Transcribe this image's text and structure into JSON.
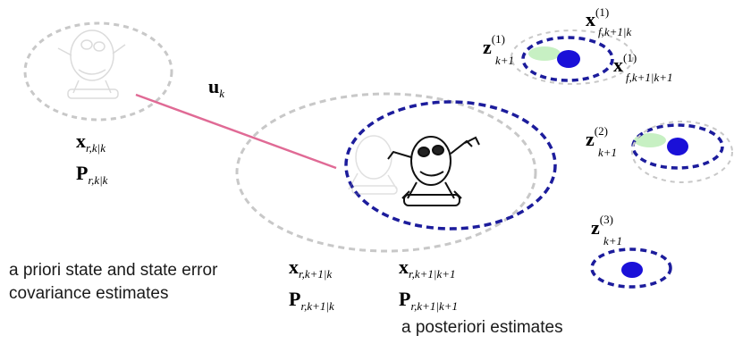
{
  "symbols": {
    "control": {
      "base": "u",
      "sub": "k"
    },
    "x_prior": {
      "base": "x",
      "sub": "r,k|k"
    },
    "P_prior": {
      "base": "P",
      "sub": "r,k|k"
    },
    "x_pred": {
      "base": "x",
      "sub": "r,k+1|k"
    },
    "P_pred": {
      "base": "P",
      "sub": "r,k+1|k"
    },
    "x_post": {
      "base": "x",
      "sub": "r,k+1|k+1"
    },
    "P_post": {
      "base": "P",
      "sub": "r,k+1|k+1"
    },
    "z1": {
      "base": "z",
      "sub": "k+1",
      "sup": "(1)"
    },
    "z2": {
      "base": "z",
      "sub": "k+1",
      "sup": "(2)"
    },
    "z3": {
      "base": "z",
      "sub": "k+1",
      "sup": "(3)"
    },
    "xf_pred": {
      "base": "x",
      "sub": "f,k+1|k",
      "sup": "(1)"
    },
    "xf_post": {
      "base": "x",
      "sub": "f,k+1|k+1",
      "sup": "(1)"
    }
  },
  "captions": {
    "prior_line1": "a priori state and state error",
    "prior_line2": "covariance estimates",
    "posterior": "a posteriori estimates"
  },
  "colors": {
    "control_line": "#e06a95",
    "uncertainty_gray": "#c8c8c8",
    "uncertainty_blue": "#1c1c9c",
    "landmark_fill": "#1a10d8",
    "measurement_green": "#b9ecb4"
  }
}
